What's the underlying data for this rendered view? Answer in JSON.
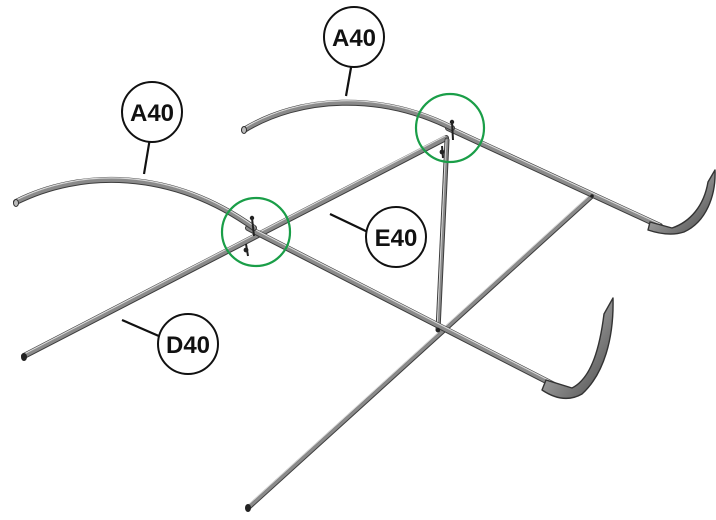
{
  "callouts": {
    "a40_top": "A40",
    "a40_left": "A40",
    "e40": "E40",
    "d40": "D40"
  },
  "colors": {
    "highlight_circle": "#1a9e48",
    "tube_dark": "#3c3c3c",
    "tube_mid": "#8a8a8a",
    "tube_highlight": "#d8d8d8",
    "outline": "#111111"
  }
}
